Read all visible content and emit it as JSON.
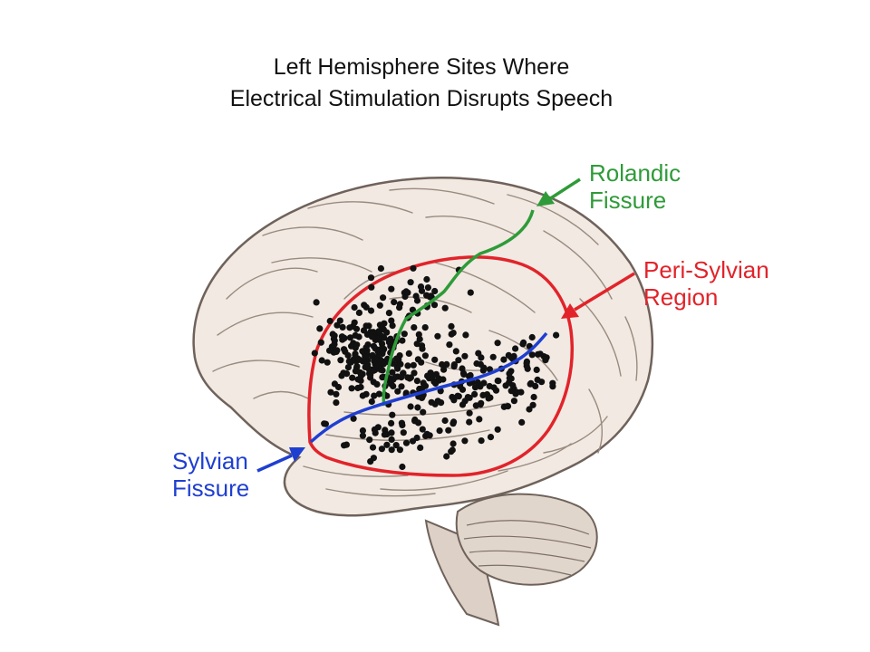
{
  "title": {
    "line1": "Left Hemisphere Sites Where",
    "line2": "Electrical Stimulation Disrupts Speech"
  },
  "labels": {
    "rolandic": {
      "line1": "Rolandic",
      "line2": "Fissure",
      "color": "#2e9b38"
    },
    "perisylvian": {
      "line1": "Peri-Sylvian",
      "line2": "Region",
      "color": "#e2232a"
    },
    "sylvian": {
      "line1": "Sylvian",
      "line2": "Fissure",
      "color": "#1f3fd1"
    }
  },
  "colors": {
    "dots": "#111111",
    "brain_fill": "#f1e9e2",
    "brain_outline": "#6f625a",
    "cerebellum": "#e1d6cc"
  }
}
